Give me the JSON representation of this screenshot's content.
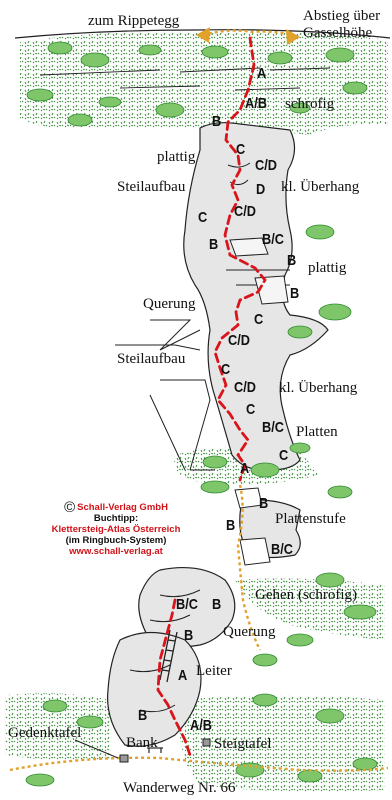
{
  "colors": {
    "rock_fill": "#e6e6e6",
    "rock_outline": "#222222",
    "route": "#d9141b",
    "path": "#e2a12b",
    "vegetation": "#2f8a2f",
    "shrub": "#7fc56a"
  },
  "labels": {
    "top_left": "zum Rippetegg",
    "top_right_1": "Abstieg über",
    "top_right_2": "Gasselhöhe",
    "schrofig": "schrofig",
    "plattig_1": "plattig",
    "steilaufbau_1": "Steilaufbau",
    "ueberhang_1": "kl. Überhang",
    "plattig_2": "plattig",
    "querung_1": "Querung",
    "steilaufbau_2": "Steilaufbau",
    "ueberhang_2": "kl. Überhang",
    "platten": "Platten",
    "plattenstufe": "Plattenstufe",
    "gehen": "Gehen (schrofig)",
    "querung_2": "Querung",
    "leiter": "Leiter",
    "gedenktafel": "Gedenktafel",
    "bank": "Bank",
    "steigtafel": "Steigtafel",
    "wanderweg": "Wanderweg Nr. 66"
  },
  "grades": {
    "g1": "A",
    "g2": "A/B",
    "g3": "B",
    "g4": "C",
    "g5": "C/D",
    "g6": "D",
    "g7": "C/D",
    "g8": "C",
    "g9": "B",
    "g10": "B/C",
    "g11": "B",
    "g12": "B",
    "g13": "C",
    "g14": "C/D",
    "g15": "C",
    "g16": "C/D",
    "g17": "C",
    "g18": "B/C",
    "g19": "C",
    "g20": "A",
    "g21": "B",
    "g22": "B",
    "g23": "B/C",
    "g24": "B/C",
    "g25": "B",
    "g26": "B",
    "g27": "A",
    "g28": "B",
    "g29": "A/B"
  },
  "publisher": {
    "copyright_symbol": "©",
    "name": "Schall-Verlag GmbH",
    "tip_label": "Buchtipp:",
    "book_title": "Klettersteig-Atlas Österreich",
    "book_subtitle": "(im Ringbuch-System)",
    "website": "www.schall-verlag.at"
  }
}
